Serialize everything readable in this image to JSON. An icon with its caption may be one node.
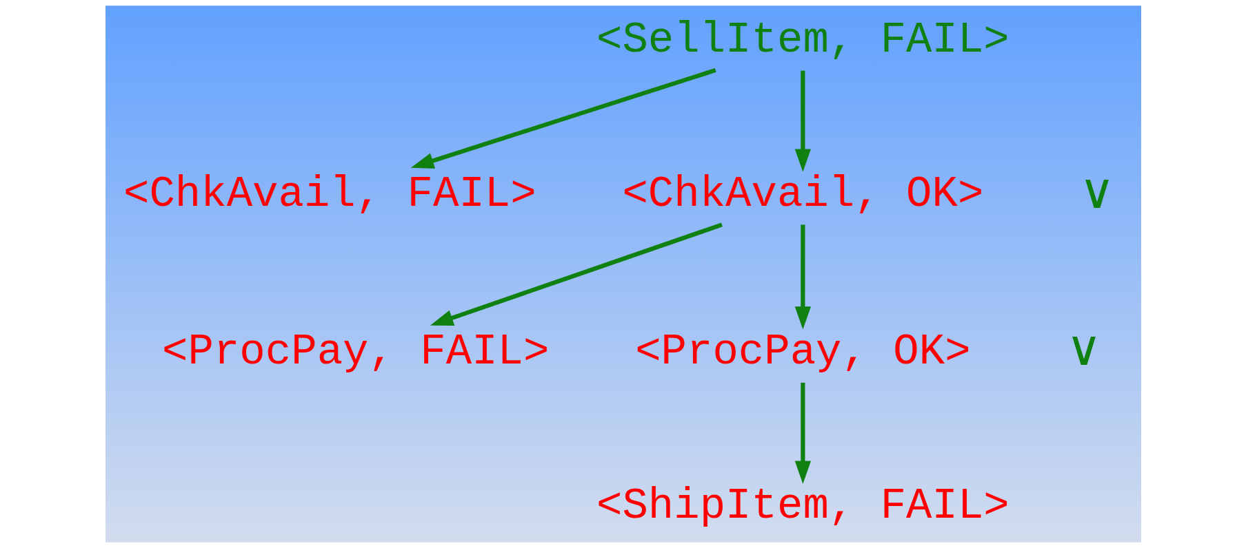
{
  "diagram": {
    "nodes": [
      {
        "text": [
          "<SellItem, FAIL>"
        ]
      },
      {
        "text": [
          "<ChkAvail, FAIL>"
        ]
      },
      {
        "text": [
          "<ChkAvail, OK>"
        ]
      },
      {
        "text": [
          "<ProcPay, FAIL>"
        ]
      },
      {
        "text": [
          "<ProcPay, OK>"
        ]
      },
      {
        "text": [
          "<ShipItem, FAIL>"
        ]
      }
    ],
    "edges": [
      {
        "from": 0,
        "to": 1,
        "arrow": "to"
      },
      {
        "from": 0,
        "to": 2,
        "arrow": "to"
      },
      {
        "from": 2,
        "to": 3,
        "arrow": "to"
      },
      {
        "from": 2,
        "to": 4,
        "arrow": "to"
      },
      {
        "from": 4,
        "to": 5,
        "arrow": "to"
      }
    ],
    "labels": [
      "∨",
      "∨"
    ]
  }
}
